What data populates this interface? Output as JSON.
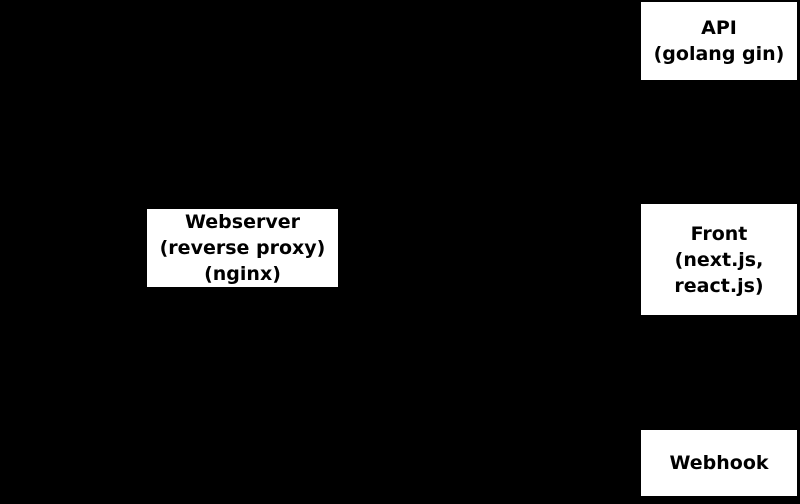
{
  "colors": {
    "background": "#000000",
    "box_fill": "#ffffff",
    "text": "#000000"
  },
  "nodes": {
    "webserver": {
      "lines": [
        "Webserver",
        "(reverse proxy)",
        "(nginx)"
      ]
    },
    "api": {
      "lines": [
        "API",
        "(golang gin)"
      ]
    },
    "front": {
      "lines": [
        "Front",
        "(next.js,",
        "react.js)"
      ]
    },
    "webhook": {
      "lines": [
        "Webhook"
      ]
    }
  }
}
